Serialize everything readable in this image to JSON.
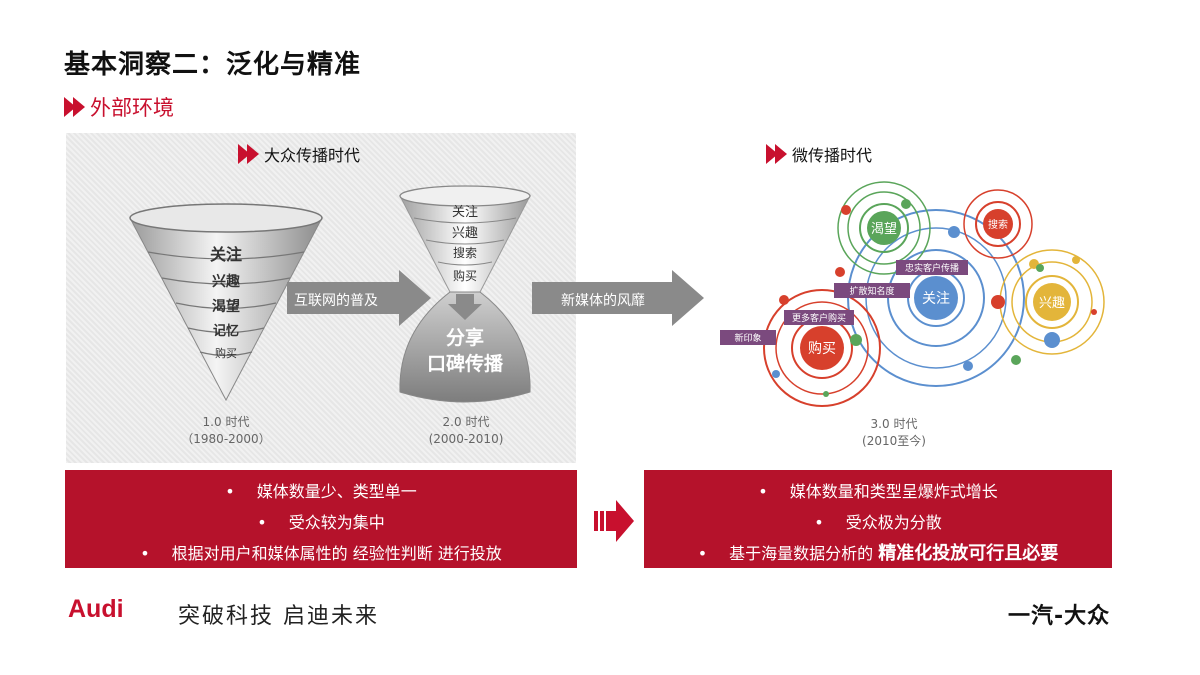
{
  "header": {
    "title": "基本洞察二：泛化与精准",
    "subtitle": "外部环境"
  },
  "left_section": {
    "heading": "大众传播时代",
    "funnel_1": {
      "levels": [
        "关注",
        "兴趣",
        "渴望",
        "记忆",
        "购买"
      ],
      "era": "1.0 时代",
      "years": "（1980-2000）"
    },
    "arrow_1_label": "互联网的普及",
    "funnel_2": {
      "top_levels": [
        "关注",
        "兴趣",
        "搜索",
        "购买"
      ],
      "bottom_levels": [
        "分享",
        "口碑传播"
      ],
      "era": "2.0 时代",
      "years": "(2000-2010)"
    },
    "arrow_2_label": "新媒体的风靡"
  },
  "right_section": {
    "heading": "微传播时代",
    "nodes": {
      "want": "渴望",
      "search": "搜索",
      "attention": "关注",
      "interest": "兴趣",
      "buy": "购买"
    },
    "tags": {
      "loyal": "忠实客户传播",
      "expand": "扩散知名度",
      "more_buyers": "更多客户购买",
      "new_impression": "新印象"
    },
    "era": "3.0 时代",
    "years": "(2010至今)"
  },
  "bottom": {
    "left_points": [
      "媒体数量少、类型单一",
      "受众较为集中",
      "根据对用户和媒体属性的 经验性判断 进行投放"
    ],
    "right_points": [
      "媒体数量和类型呈爆炸式增长",
      "受众极为分散"
    ],
    "right_point_3_prefix": "基于海量数据分析的 ",
    "right_point_3_emphasis": "精准化投放可行且必要",
    "bullet": "•"
  },
  "footer": {
    "brand": "Audi",
    "slogan": "突破科技 启迪未来",
    "company": "一汽-大众"
  },
  "colors": {
    "accent": "#c8102e",
    "box": "#b5122b",
    "arrow_gray": "#8a8a8a",
    "node_red": "#d7402c",
    "node_green": "#5aa55a",
    "node_blue": "#5b8fcf",
    "node_yellow": "#e3b53a",
    "tag_purple": "#7b4a7e"
  }
}
